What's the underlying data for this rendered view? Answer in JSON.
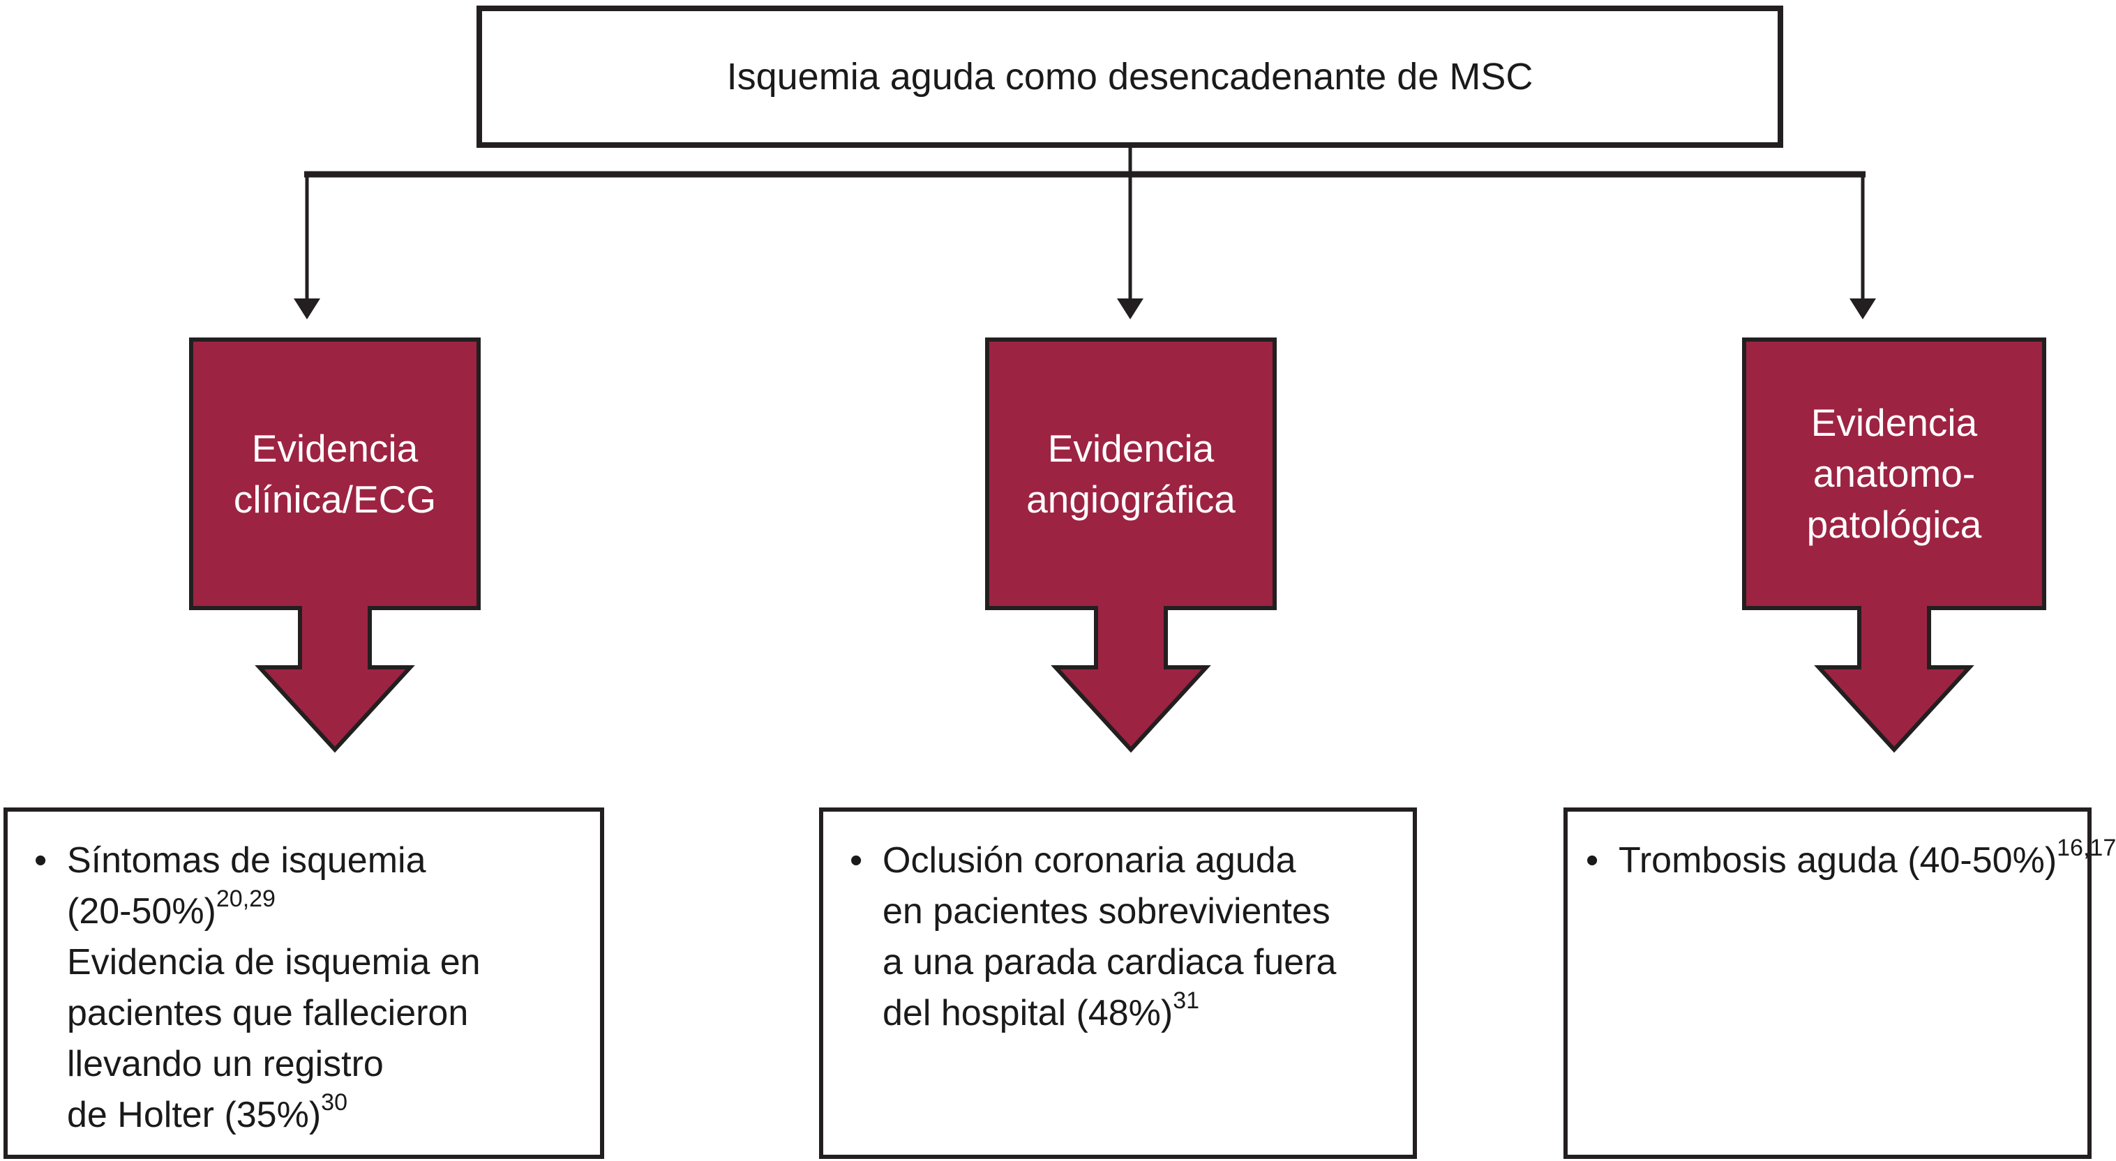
{
  "palette": {
    "accent_red": "#9d2342",
    "outline_dark": "#231f20",
    "text_dark": "#1a1a1a",
    "box_label_text": "#ffffff"
  },
  "glyphs": {
    "bullet": "•"
  },
  "root_box": {
    "label": "Isquemia aguda como desencadenante de MSC"
  },
  "branches": [
    {
      "id": "clinica-ecg",
      "box_label_lines": [
        "Evidencia",
        "clínica/ECG"
      ],
      "detail_lines": [
        {
          "bullet": true,
          "segments": [
            {
              "text": "Síntomas de isquemia"
            }
          ]
        },
        {
          "bullet": false,
          "segments": [
            {
              "text": "(20-50%)"
            },
            {
              "sup": "20,29"
            }
          ]
        },
        {
          "bullet": false,
          "segments": [
            {
              "text": "Evidencia de isquemia en"
            }
          ]
        },
        {
          "bullet": false,
          "segments": [
            {
              "text": "pacientes que fallecieron"
            }
          ]
        },
        {
          "bullet": false,
          "segments": [
            {
              "text": "llevando un registro"
            }
          ]
        },
        {
          "bullet": false,
          "segments": [
            {
              "text": "de Holter (35%)"
            },
            {
              "sup": "30"
            }
          ]
        }
      ]
    },
    {
      "id": "angiografica",
      "box_label_lines": [
        "Evidencia",
        "angiográfica"
      ],
      "detail_lines": [
        {
          "bullet": true,
          "segments": [
            {
              "text": "Oclusión coronaria aguda"
            }
          ]
        },
        {
          "bullet": false,
          "segments": [
            {
              "text": "en pacientes sobrevivientes"
            }
          ]
        },
        {
          "bullet": false,
          "segments": [
            {
              "text": "a una parada cardiaca fuera"
            }
          ]
        },
        {
          "bullet": false,
          "segments": [
            {
              "text": "del hospital (48%)"
            },
            {
              "sup": "31"
            }
          ]
        }
      ]
    },
    {
      "id": "anatomo-patologica",
      "box_label_lines": [
        "Evidencia",
        "anatomo-",
        "patológica"
      ],
      "detail_lines": [
        {
          "bullet": true,
          "segments": [
            {
              "text": "Trombosis aguda (40-50%)"
            },
            {
              "sup": "16,17"
            }
          ]
        }
      ]
    }
  ]
}
